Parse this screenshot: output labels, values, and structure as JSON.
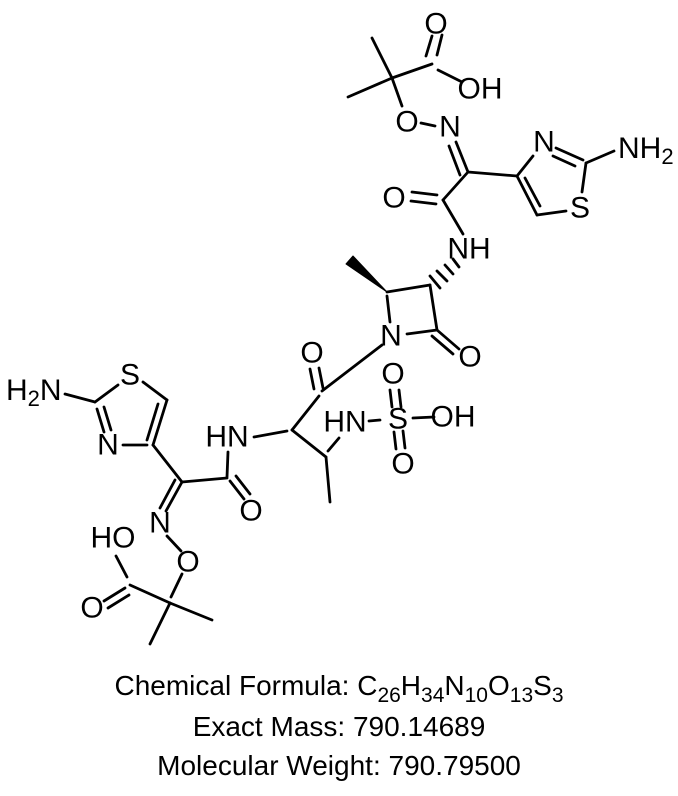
{
  "colors": {
    "ink": "#000000",
    "background": "#ffffff"
  },
  "atoms": {
    "o_carbonyl_top": "O",
    "oh_carboxyl_top": "OH",
    "o_ether_top": "O",
    "n_oxime_top": "N",
    "n_thiazole_right": "N",
    "nh2_right_main": "NH",
    "nh2_right_sub": "2",
    "s_thiazole_right": "S",
    "o_amide_top": "O",
    "nh_amide_top": "NH",
    "n_betalactam": "N",
    "o_betalactam": "O",
    "o_acyl": "O",
    "hn_sulfamate": "HN",
    "s_sulfamate": "S",
    "o_sulfonyl_top": "O",
    "o_sulfonyl_bottom": "O",
    "oh_sulfonyl": "OH",
    "h2n_left_h": "H",
    "h2n_left_sub": "2",
    "h2n_left_n": "N",
    "s_thiazole_left": "S",
    "n_thiazole_left": "N",
    "hn_amide_left": "HN",
    "o_amide_left": "O",
    "n_oxime_left": "N",
    "o_ether_left": "O",
    "ho_carboxyl_left": "HO",
    "o_carbonyl_left": "O"
  },
  "caption": {
    "formula_prefix": "Chemical Formula: C",
    "formula_c_sub": "26",
    "formula_h": "H",
    "formula_h_sub": "34",
    "formula_n": "N",
    "formula_n_sub": "10",
    "formula_o": "O",
    "formula_o_sub": "13",
    "formula_s": "S",
    "formula_s_sub": "3",
    "exact_mass": "Exact Mass: 790.14689",
    "molecular_weight": "Molecular Weight: 790.79500"
  }
}
